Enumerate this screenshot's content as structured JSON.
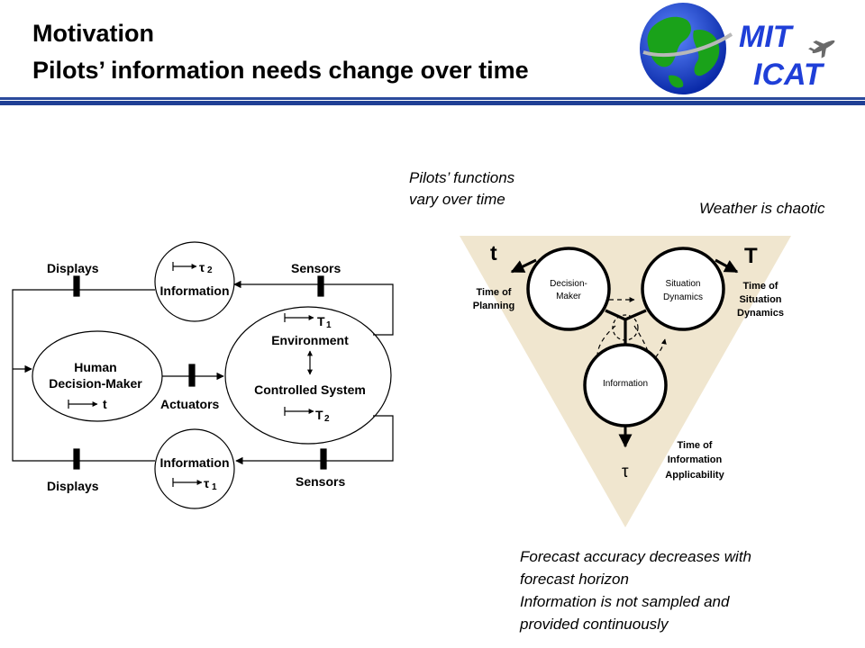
{
  "header": {
    "title_line1": "Motivation",
    "title_line2": "Pilots’ information needs change over time",
    "logo": {
      "line1": "MIT",
      "line2": "ICAT",
      "icons": [
        "globe-icon",
        "airplane-icon"
      ],
      "text_color": "#1f3fd8"
    },
    "rule_color": "#1f3f95"
  },
  "left_diagram": {
    "displays_top": "Displays",
    "displays_bottom": "Displays",
    "sensors_top": "Sensors",
    "sensors_bottom": "Sensors",
    "info_top_symbol": "τ",
    "info_top_sub": "2",
    "info_top_label": "Information",
    "info_bottom_label": "Information",
    "info_bottom_symbol": "τ",
    "info_bottom_sub": "1",
    "human_line1": "Human",
    "human_line2": "Decision-Maker",
    "human_symbol": "t",
    "actuators": "Actuators",
    "env_T1": "T",
    "env_T1_sub": "1",
    "env_label": "Environment",
    "controlled_label": "Controlled System",
    "env_T2": "T",
    "env_T2_sub": "2"
  },
  "right_diagram": {
    "functions_note": [
      "Pilots’ functions",
      "vary over time"
    ],
    "weather_note": "Weather is chaotic",
    "symbol_t": "t",
    "symbol_T": "T",
    "symbol_tau": "τ",
    "time_of_planning": [
      "Time of",
      "Planning"
    ],
    "time_of_situation": [
      "Time of",
      "Situation",
      "Dynamics"
    ],
    "time_of_information": [
      "Time of",
      "Information",
      "Applicability"
    ],
    "decision_maker": [
      "Decision-",
      "Maker"
    ],
    "situation_dynamics": [
      "Situation",
      "Dynamics"
    ],
    "information": "Information",
    "triangle_color": "#f0e6cf"
  },
  "bottom_notes": {
    "forecast": [
      "Forecast accuracy decreases with",
      "forecast horizon"
    ],
    "information": [
      "Information is not sampled and",
      "provided continuously"
    ]
  }
}
